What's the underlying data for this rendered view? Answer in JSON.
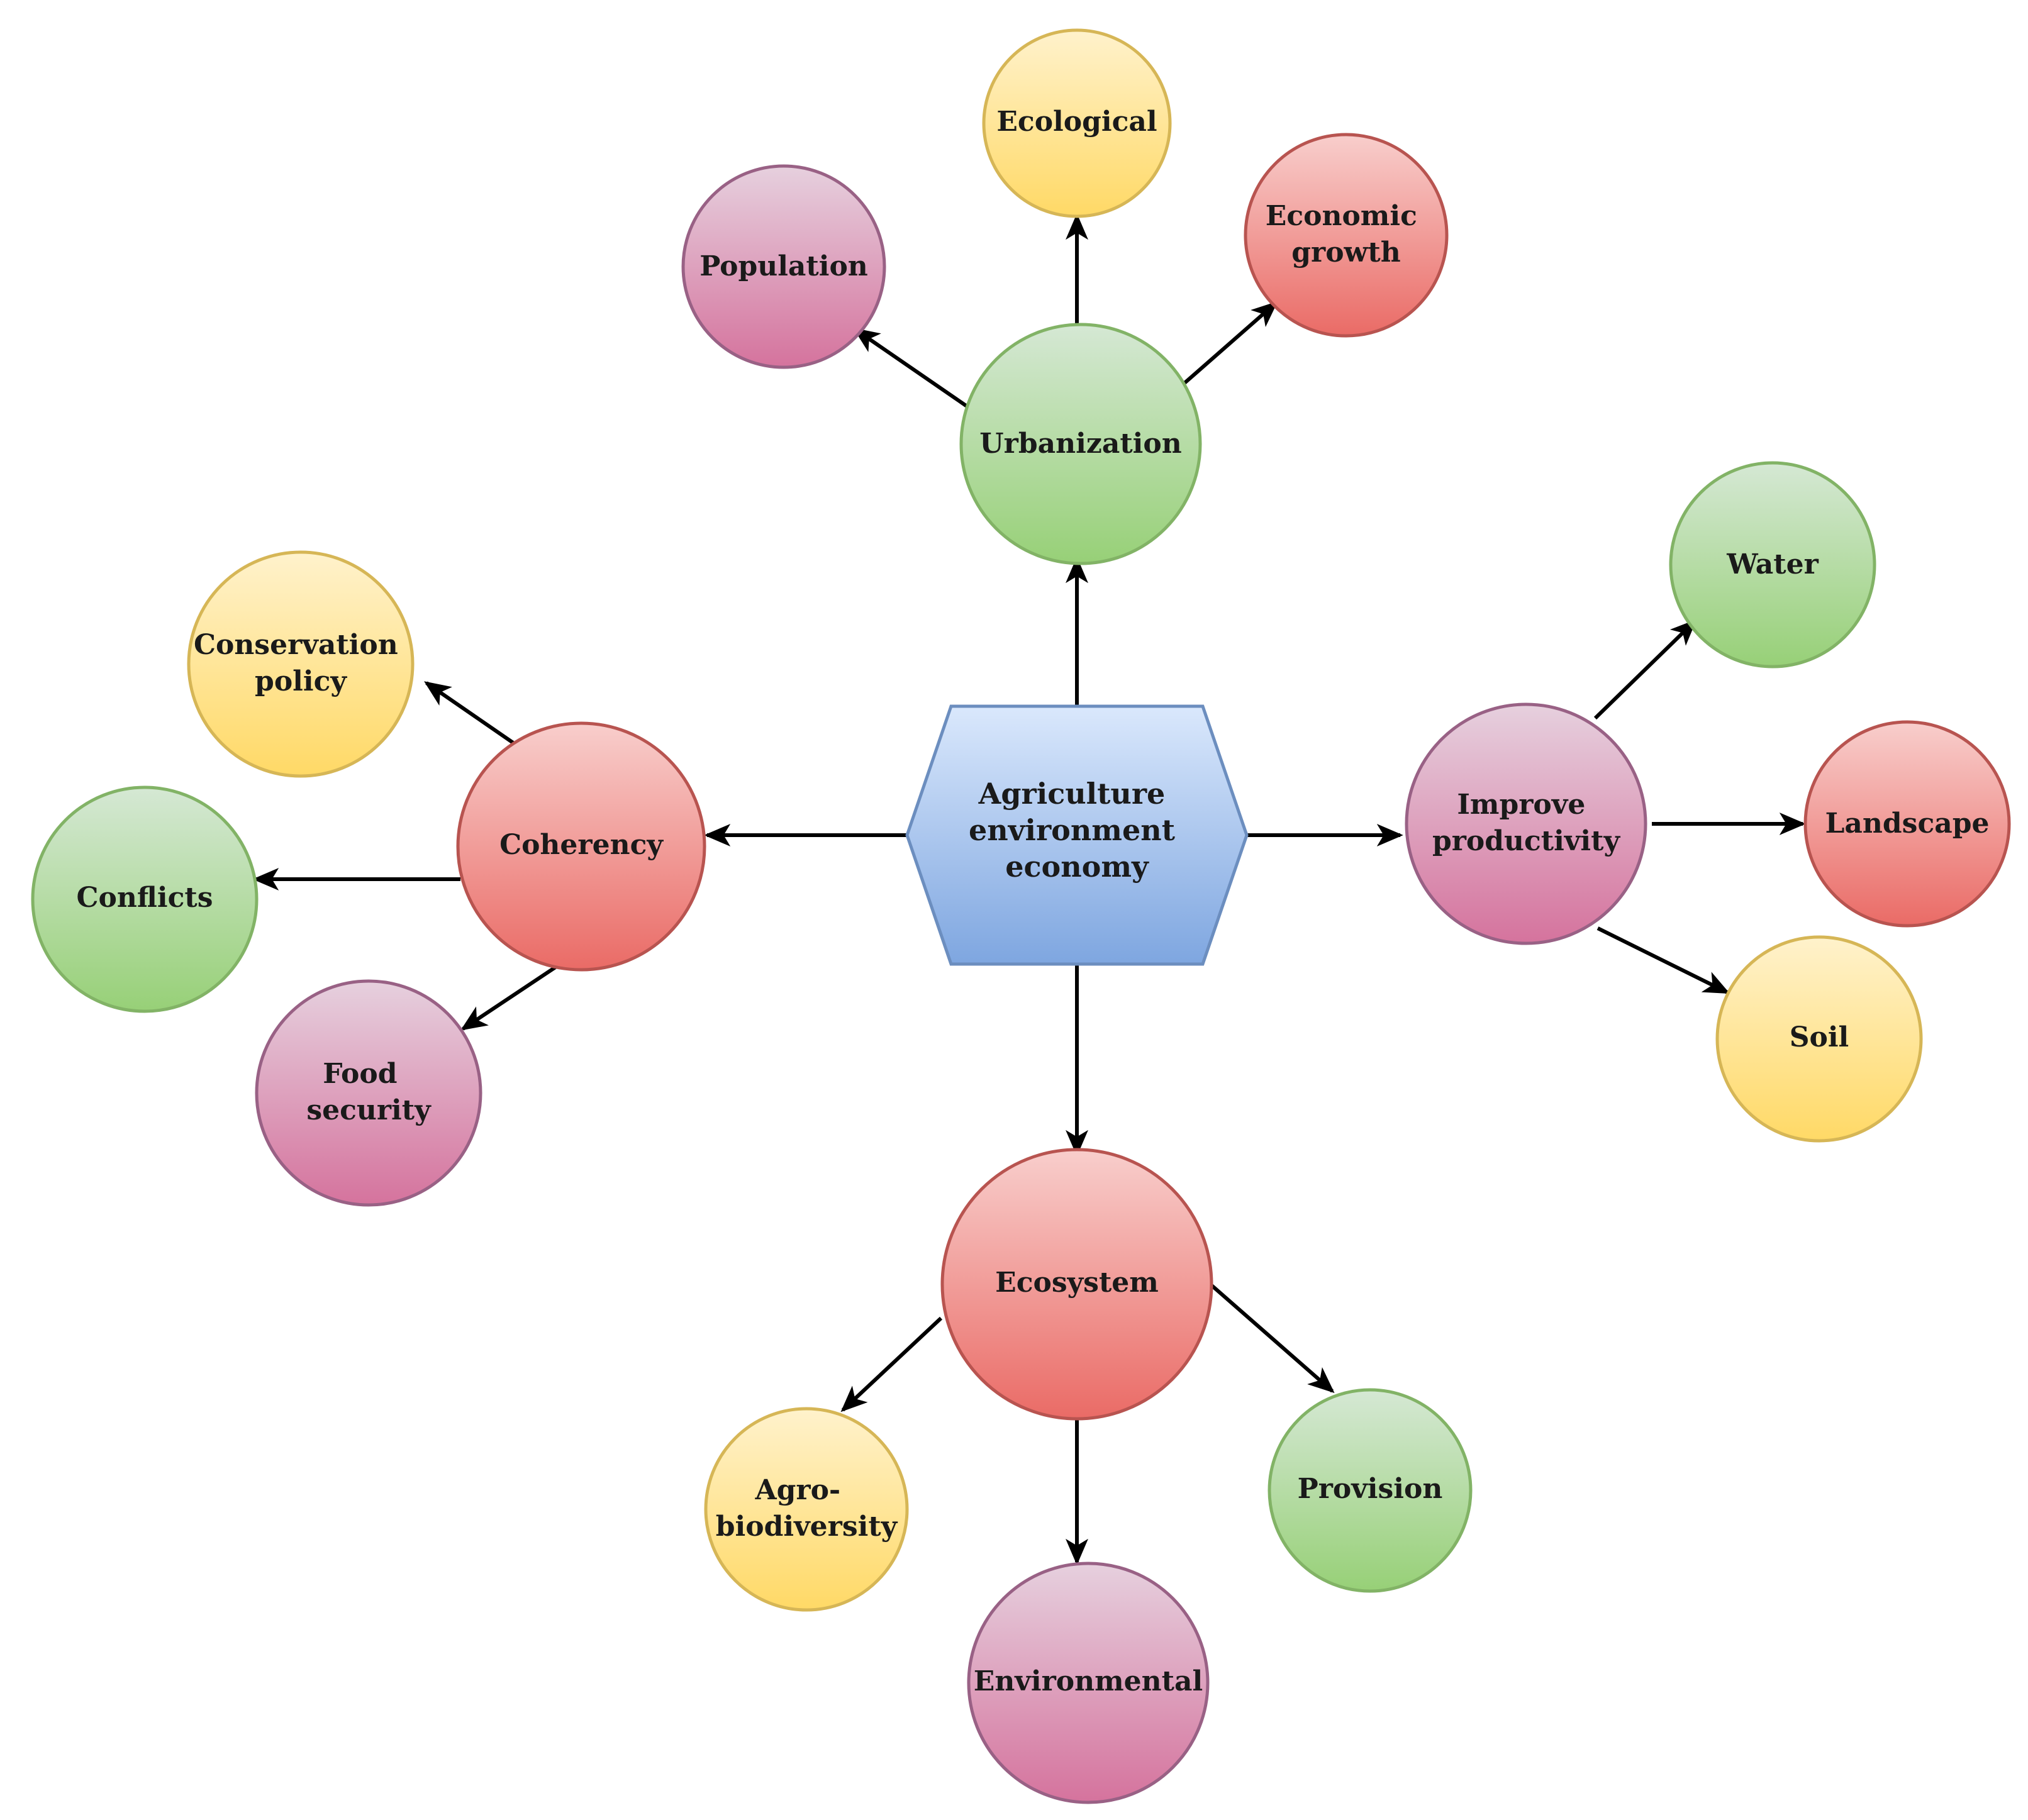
{
  "hub": {
    "lines": [
      "Agriculture",
      "environment",
      "economy"
    ]
  },
  "nodes": {
    "urbanization": {
      "lines": [
        "Urbanization"
      ]
    },
    "ecological": {
      "lines": [
        "Ecological"
      ]
    },
    "population": {
      "lines": [
        "Population"
      ]
    },
    "economic_growth": {
      "lines": [
        "Economic",
        "growth"
      ]
    },
    "coherency": {
      "lines": [
        "Coherency"
      ]
    },
    "conservation_policy": {
      "lines": [
        "Conservation",
        "policy"
      ]
    },
    "conflicts": {
      "lines": [
        "Conflicts"
      ]
    },
    "food_security": {
      "lines": [
        "Food",
        "security"
      ]
    },
    "improve_productivity": {
      "lines": [
        "Improve",
        "productivity"
      ]
    },
    "water": {
      "lines": [
        "Water"
      ]
    },
    "landscape": {
      "lines": [
        "Landscape"
      ]
    },
    "soil": {
      "lines": [
        "Soil"
      ]
    },
    "ecosystem": {
      "lines": [
        "Ecosystem"
      ]
    },
    "agro_biodiversity": {
      "lines": [
        "Agro-",
        "biodiversity"
      ]
    },
    "environmental": {
      "lines": [
        "Environmental"
      ]
    },
    "provision": {
      "lines": [
        "Provision"
      ]
    }
  },
  "colors": {
    "green": [
      "#d5e8d4",
      "#97d077",
      "#82b366"
    ],
    "red": [
      "#f8cecc",
      "#ea6b66",
      "#b85450"
    ],
    "purple": [
      "#e6d0de",
      "#d5739d",
      "#996185"
    ],
    "yellow": [
      "#fff2cc",
      "#ffd966",
      "#d6b656"
    ],
    "blue": [
      "#dae8fc",
      "#7ea6e0",
      "#6c8ebf"
    ]
  }
}
